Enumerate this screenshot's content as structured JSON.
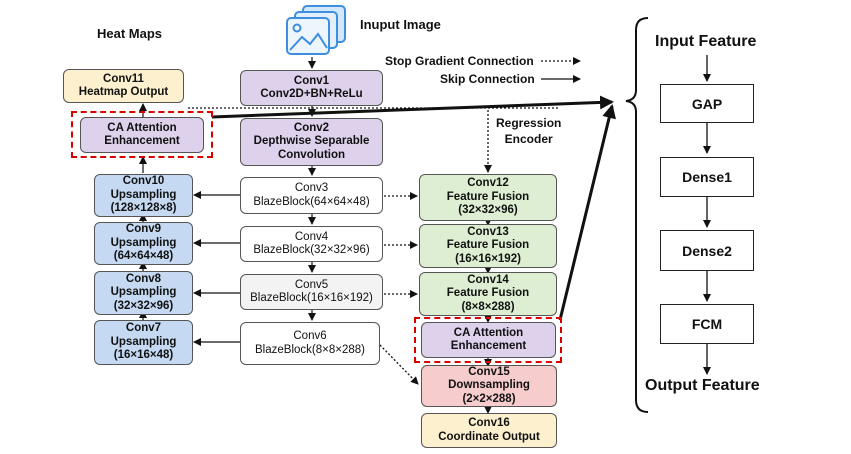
{
  "labels": {
    "heat_maps": "Heat Maps",
    "input_image": "Inuput Image",
    "stop_gradient": "Stop Gradient Connection",
    "skip_connection": "Skip Connection",
    "regression_encoder_1": "Regression",
    "regression_encoder_2": "Encoder"
  },
  "blocks": {
    "conv11": {
      "l1": "Conv11",
      "l2": "Heatmap Output"
    },
    "conv1": {
      "l1": "Conv1",
      "l2": "Conv2D+BN+ReLu"
    },
    "ca_left": {
      "l1": "CA Attention",
      "l2": "Enhancement"
    },
    "conv2": {
      "l1": "Conv2",
      "l2": "Depthwise Separable",
      "l3": "Convolution"
    },
    "conv3": {
      "l1": "Conv3",
      "l2": "BlazeBlock(64×64×48)"
    },
    "conv4": {
      "l1": "Conv4",
      "l2": "BlazeBlock(32×32×96)"
    },
    "conv5": {
      "l1": "Conv5",
      "l2": "BlazeBlock(16×16×192)"
    },
    "conv6": {
      "l1": "Conv6",
      "l2": "BlazeBlock(8×8×288)"
    },
    "conv10": {
      "l1": "Conv10",
      "l2": "Upsampling",
      "l3": "(128×128×8)"
    },
    "conv9": {
      "l1": "Conv9",
      "l2": "Upsampling",
      "l3": "(64×64×48)"
    },
    "conv8": {
      "l1": "Conv8",
      "l2": "Upsampling",
      "l3": "(32×32×96)"
    },
    "conv7": {
      "l1": "Conv7",
      "l2": "Upsampling",
      "l3": "(16×16×48)"
    },
    "conv12": {
      "l1": "Conv12",
      "l2": "Feature Fusion",
      "l3": "(32×32×96)"
    },
    "conv13": {
      "l1": "Conv13",
      "l2": "Feature Fusion",
      "l3": "(16×16×192)"
    },
    "conv14": {
      "l1": "Conv14",
      "l2": "Feature Fusion",
      "l3": "(8×8×288)"
    },
    "ca_right": {
      "l1": "CA Attention",
      "l2": "Enhancement"
    },
    "conv15": {
      "l1": "Conv15",
      "l2": "Downsampling",
      "l3": "(2×2×288)"
    },
    "conv16": {
      "l1": "Conv16",
      "l2": "Coordinate Output"
    }
  },
  "right_panel": {
    "input_feature": "Input Feature",
    "gap": "GAP",
    "dense1": "Dense1",
    "dense2": "Dense2",
    "fcm": "FCM",
    "output_feature": "Output Feature"
  },
  "colors": {
    "yellow": "#fcf0cf",
    "purple": "#ddd1ec",
    "blue": "#c5d9f2",
    "green": "#ddeed3",
    "pink": "#f6cccd",
    "highlight_red": "#d90000"
  },
  "icons": {
    "input_image": "image-stack-icon"
  }
}
